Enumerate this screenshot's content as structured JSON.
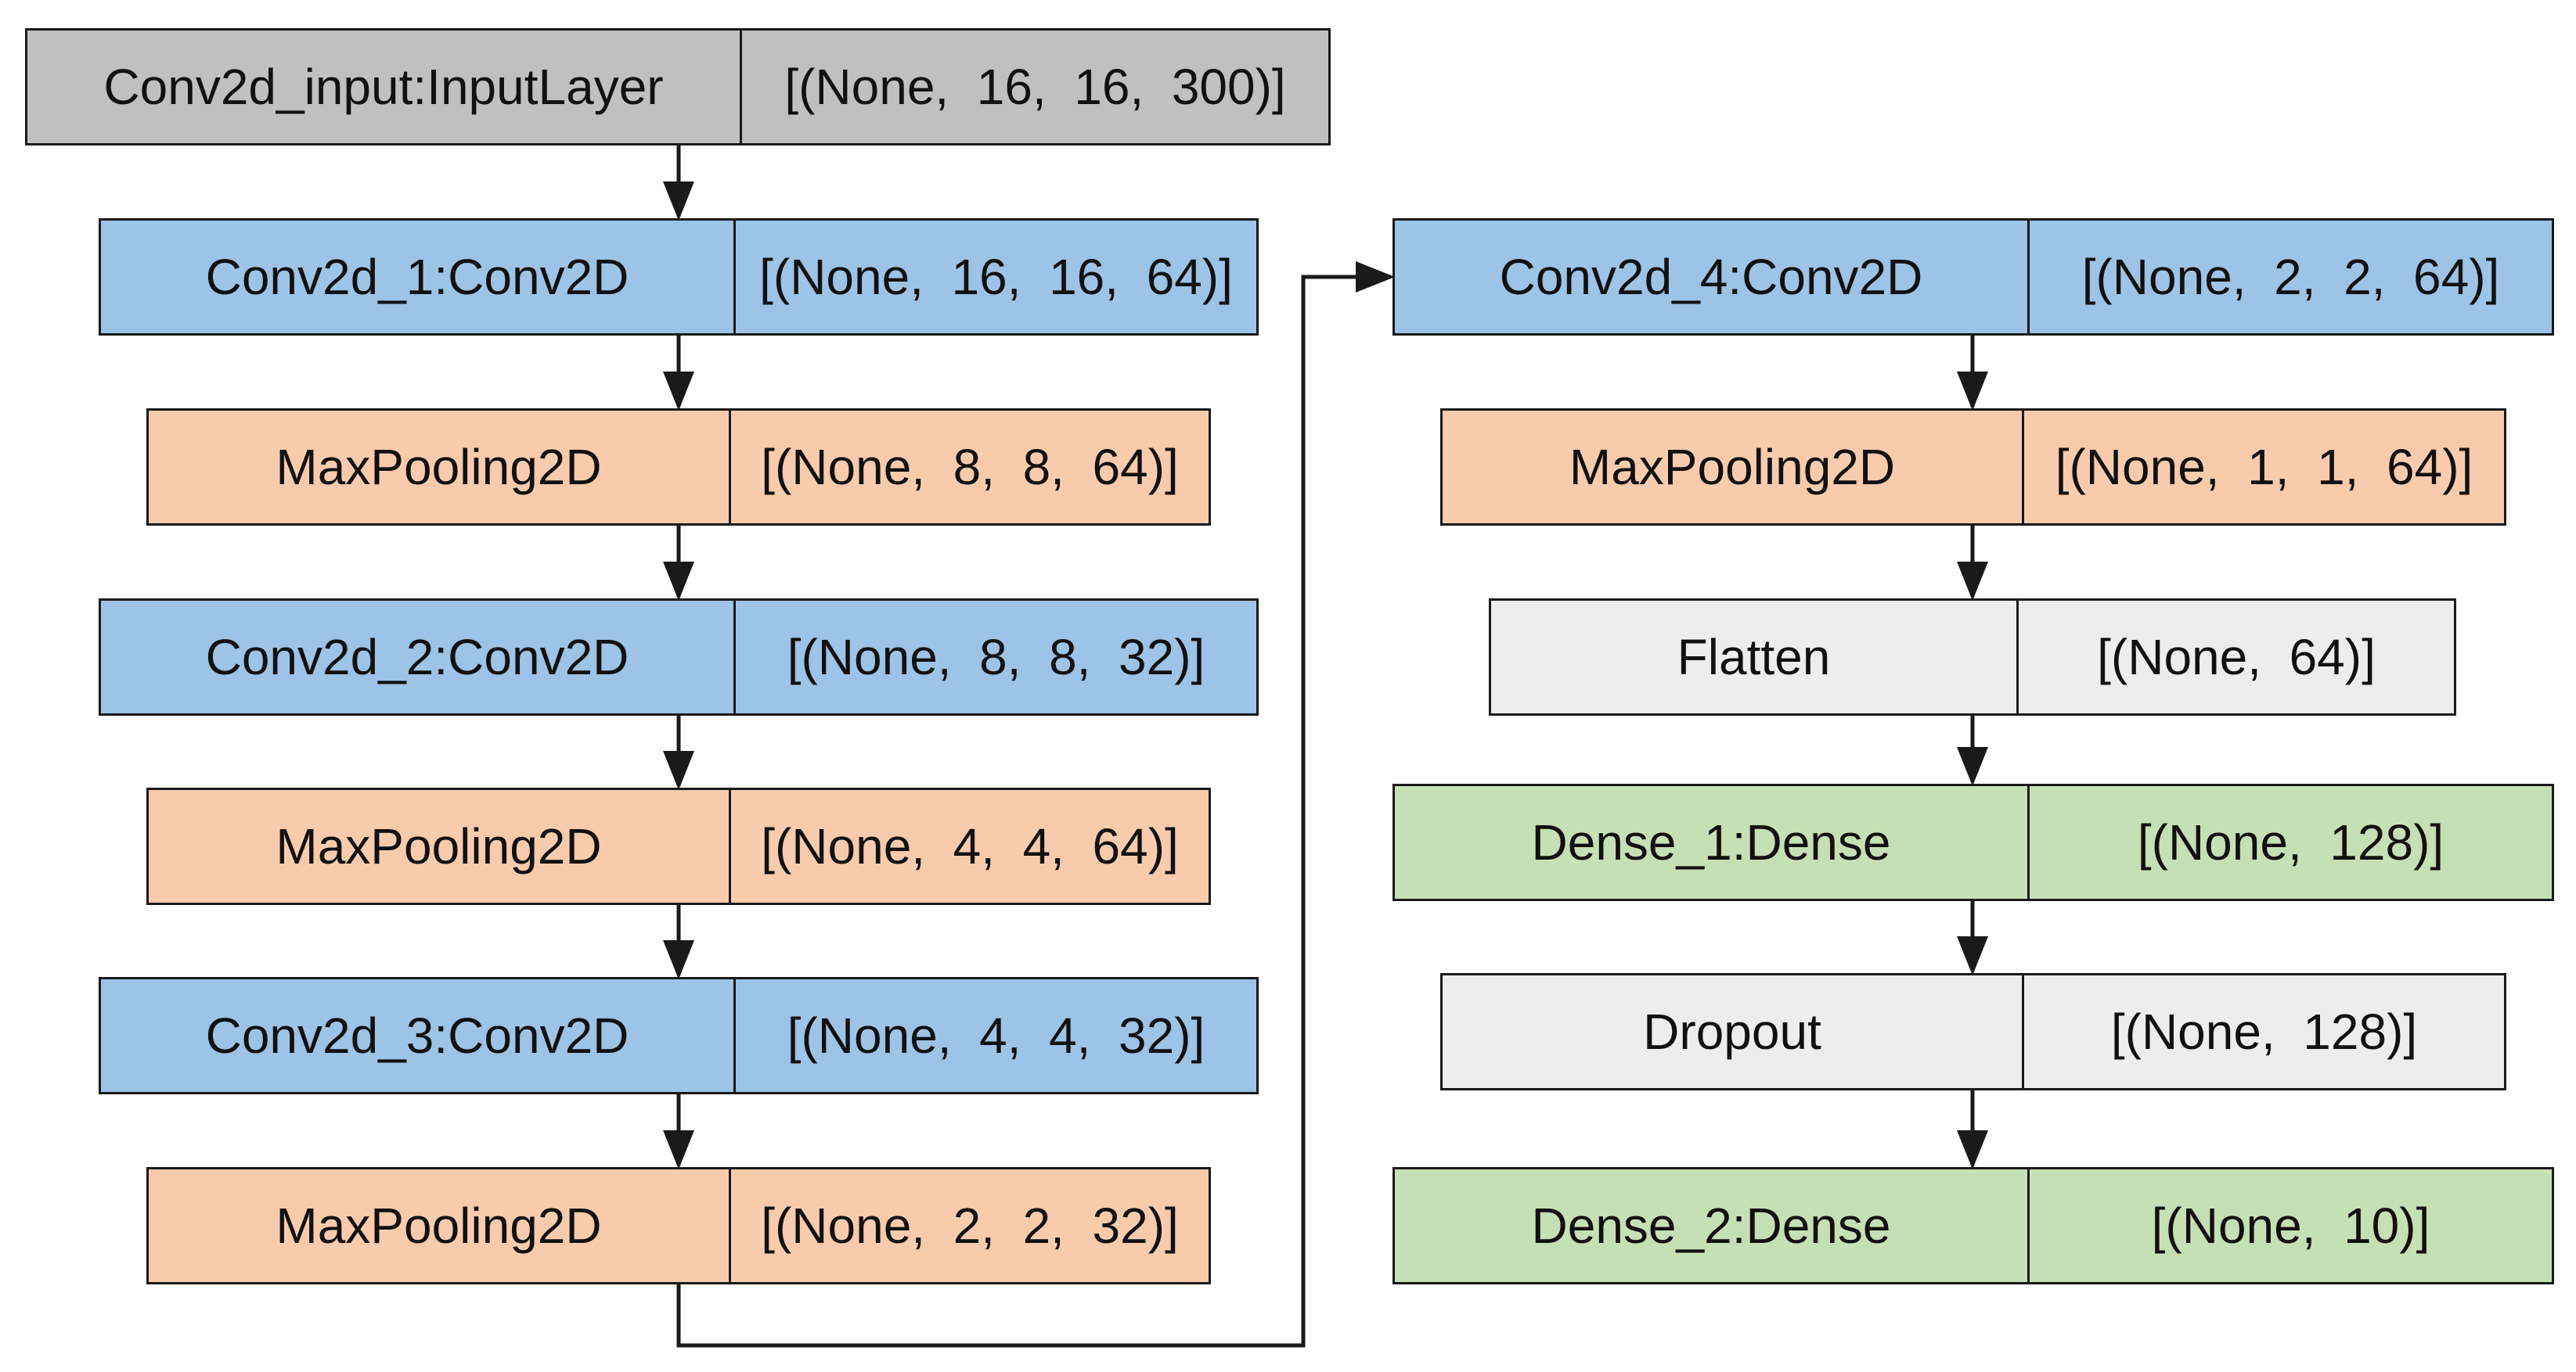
{
  "colors": {
    "input": "#c0c0c0",
    "conv": "#9dc3e6",
    "pool": "#f8cbad",
    "flat": "#ededed",
    "dense": "#c5e0b4",
    "line": "#1a1a1a"
  },
  "layers": [
    {
      "name": "Conv2d_input:InputLayer",
      "shape": "[(None,  16,  16,  300)]",
      "kind": "input"
    },
    {
      "name": "Conv2d_1:Conv2D",
      "shape": "[(None,  16,  16,  64)]",
      "kind": "conv"
    },
    {
      "name": "MaxPooling2D",
      "shape": "[(None,  8,  8,  64)]",
      "kind": "pool"
    },
    {
      "name": "Conv2d_2:Conv2D",
      "shape": "[(None,  8,  8,  32)]",
      "kind": "conv"
    },
    {
      "name": "MaxPooling2D",
      "shape": "[(None,  4,  4,  64)]",
      "kind": "pool"
    },
    {
      "name": "Conv2d_3:Conv2D",
      "shape": "[(None,  4,  4,  32)]",
      "kind": "conv"
    },
    {
      "name": "MaxPooling2D",
      "shape": "[(None,  2,  2,  32)]",
      "kind": "pool"
    },
    {
      "name": "Conv2d_4:Conv2D",
      "shape": "[(None,  2,  2,  64)]",
      "kind": "conv"
    },
    {
      "name": "MaxPooling2D",
      "shape": "[(None,  1,  1,  64)]",
      "kind": "pool"
    },
    {
      "name": "Flatten",
      "shape": "[(None,  64)]",
      "kind": "flat"
    },
    {
      "name": "Dense_1:Dense",
      "shape": "[(None,  128)]",
      "kind": "dense"
    },
    {
      "name": "Dropout",
      "shape": "[(None,  128)]",
      "kind": "flat"
    },
    {
      "name": "Dense_2:Dense",
      "shape": "[(None,  10)]",
      "kind": "dense"
    }
  ]
}
